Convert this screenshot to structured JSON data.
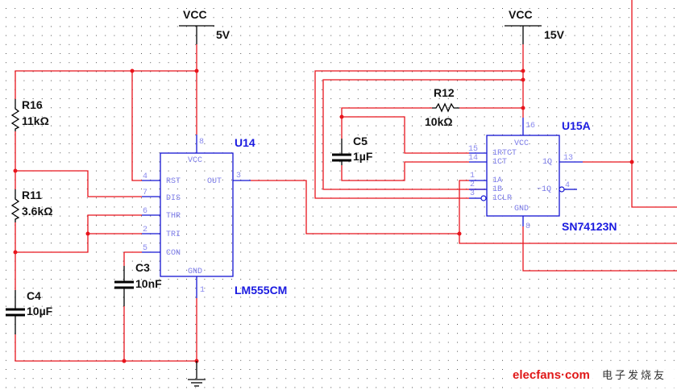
{
  "power": [
    {
      "name": "VCC",
      "value": "5V"
    },
    {
      "name": "VCC",
      "value": "15V"
    }
  ],
  "components": {
    "R16": {
      "ref": "R16",
      "value": "11kΩ"
    },
    "R11": {
      "ref": "R11",
      "value": "3.6kΩ"
    },
    "C4": {
      "ref": "C4",
      "value": "10µF"
    },
    "C3": {
      "ref": "C3",
      "value": "10nF"
    },
    "R12": {
      "ref": "R12",
      "value": "10kΩ"
    },
    "C5": {
      "ref": "C5",
      "value": "1µF"
    }
  },
  "u14": {
    "ref": "U14",
    "part": "LM555CM",
    "pins": [
      {
        "num": "8",
        "name": "VCC"
      },
      {
        "num": "4",
        "name": "RST"
      },
      {
        "num": "3",
        "name": "OUT"
      },
      {
        "num": "7",
        "name": "DIS"
      },
      {
        "num": "6",
        "name": "THR"
      },
      {
        "num": "2",
        "name": "TRI"
      },
      {
        "num": "5",
        "name": "CON"
      },
      {
        "num": "1",
        "name": "GND"
      }
    ]
  },
  "u15": {
    "ref": "U15A",
    "part": "SN74123N",
    "pins": [
      {
        "num": "16",
        "name": "VCC"
      },
      {
        "num": "15",
        "name": "1RTCT"
      },
      {
        "num": "14",
        "name": "1CT"
      },
      {
        "num": "13",
        "name": "1Q"
      },
      {
        "num": "1",
        "name": "1A"
      },
      {
        "num": "2",
        "name": "1B"
      },
      {
        "num": "4",
        "name": "~1Q"
      },
      {
        "num": "3",
        "name": "1CLR"
      },
      {
        "num": "8",
        "name": "GND"
      }
    ]
  },
  "watermark": {
    "brand": "elecfans·com",
    "cn": "电子发烧友"
  },
  "colors": {
    "wire": "#e8141c",
    "pin": "#1414d2",
    "ref": "#1a1ae0",
    "grid": "#555555"
  }
}
